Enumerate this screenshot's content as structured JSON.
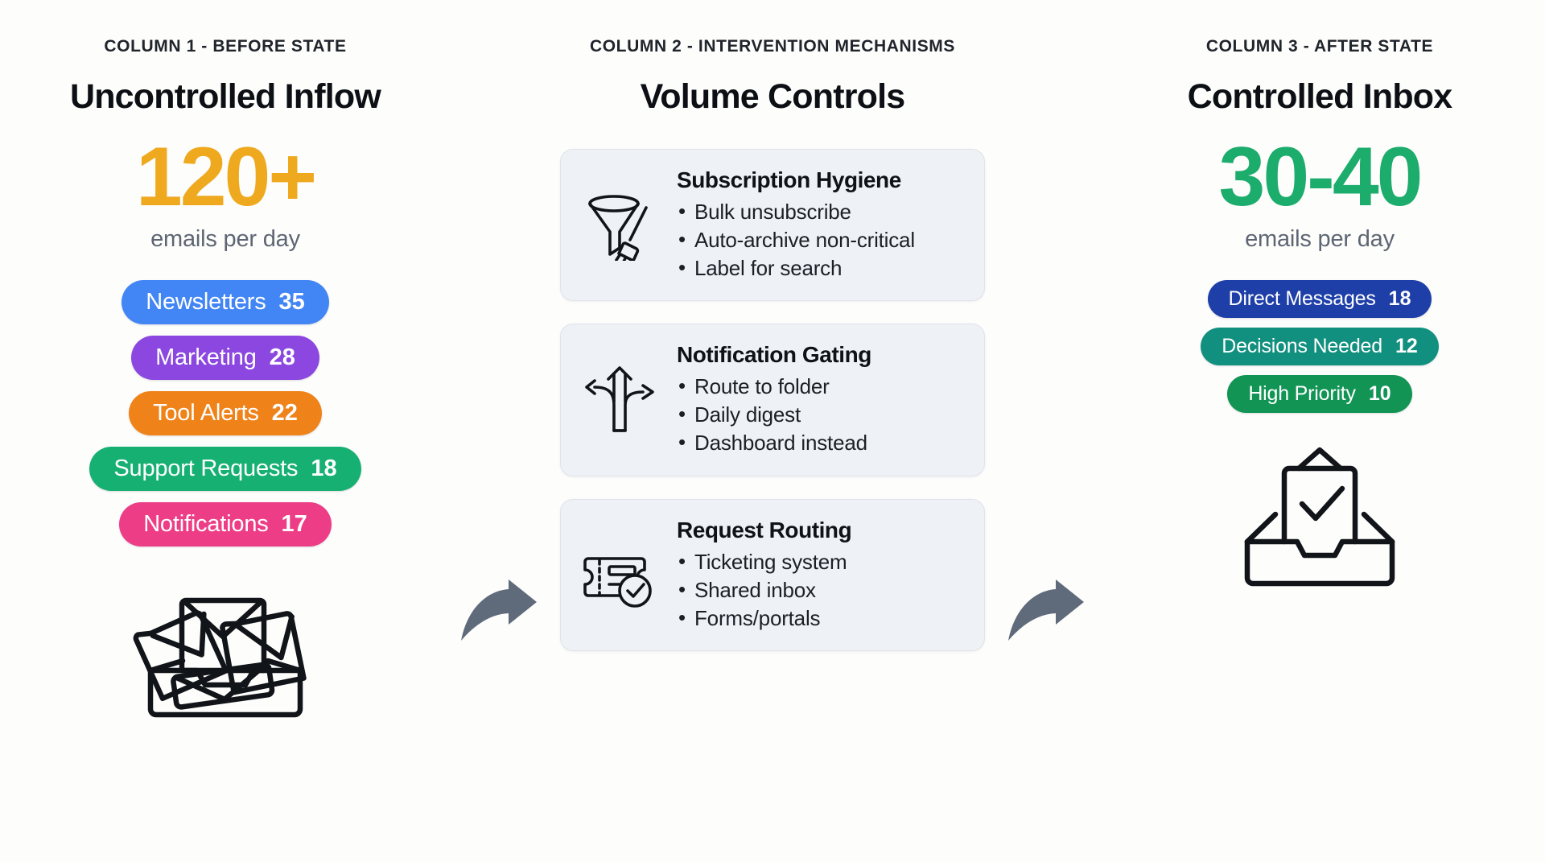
{
  "columns": {
    "before": {
      "eyebrow": "COLUMN 1 - BEFORE STATE",
      "title": "Uncontrolled Inflow",
      "stat_number": "120+",
      "stat_caption": "emails per day",
      "stat_color": "#efa91f",
      "pills": [
        {
          "label": "Newsletters",
          "value": "35",
          "color": "#4285f4"
        },
        {
          "label": "Marketing",
          "value": "28",
          "color": "#8b47e0"
        },
        {
          "label": "Tool Alerts",
          "value": "22",
          "color": "#ef8219"
        },
        {
          "label": "Support Requests",
          "value": "18",
          "color": "#16b073"
        },
        {
          "label": "Notifications",
          "value": "17",
          "color": "#ec3d86"
        }
      ],
      "bottom_icon": "overflowing-inbox-icon"
    },
    "middle": {
      "eyebrow": "COLUMN 2 - INTERVENTION MECHANISMS",
      "title": "Volume Controls",
      "cards": [
        {
          "icon": "funnel-broom-icon",
          "title": "Subscription Hygiene",
          "items": [
            "Bulk unsubscribe",
            "Auto-archive non-critical",
            "Label for search"
          ]
        },
        {
          "icon": "three-way-arrows-icon",
          "title": "Notification Gating",
          "items": [
            "Route to folder",
            "Daily digest",
            "Dashboard instead"
          ]
        },
        {
          "icon": "ticket-check-icon",
          "title": "Request Routing",
          "items": [
            "Ticketing system",
            "Shared inbox",
            "Forms/portals"
          ]
        }
      ]
    },
    "after": {
      "eyebrow": "COLUMN 3 - AFTER STATE",
      "title": "Controlled Inbox",
      "stat_number": "30-40",
      "stat_caption": "emails per day",
      "stat_color": "#1cac6c",
      "pills": [
        {
          "label": "Direct Messages",
          "value": "18",
          "color": "#1e3fa8"
        },
        {
          "label": "Decisions Needed",
          "value": "12",
          "color": "#11907f"
        },
        {
          "label": "High Priority",
          "value": "10",
          "color": "#129455"
        }
      ],
      "bottom_icon": "clean-inbox-check-icon"
    }
  },
  "connectors": [
    {
      "name": "arrow-before-to-middle",
      "color": "#5f6b7a"
    },
    {
      "name": "arrow-middle-to-after",
      "color": "#5f6b7a"
    }
  ],
  "theme": {
    "background": "#fdfdfc",
    "card_background": "#eef1f5",
    "card_border": "#dfe4ea",
    "caption_color": "#5e6673",
    "heading_color": "#0c0f13"
  }
}
